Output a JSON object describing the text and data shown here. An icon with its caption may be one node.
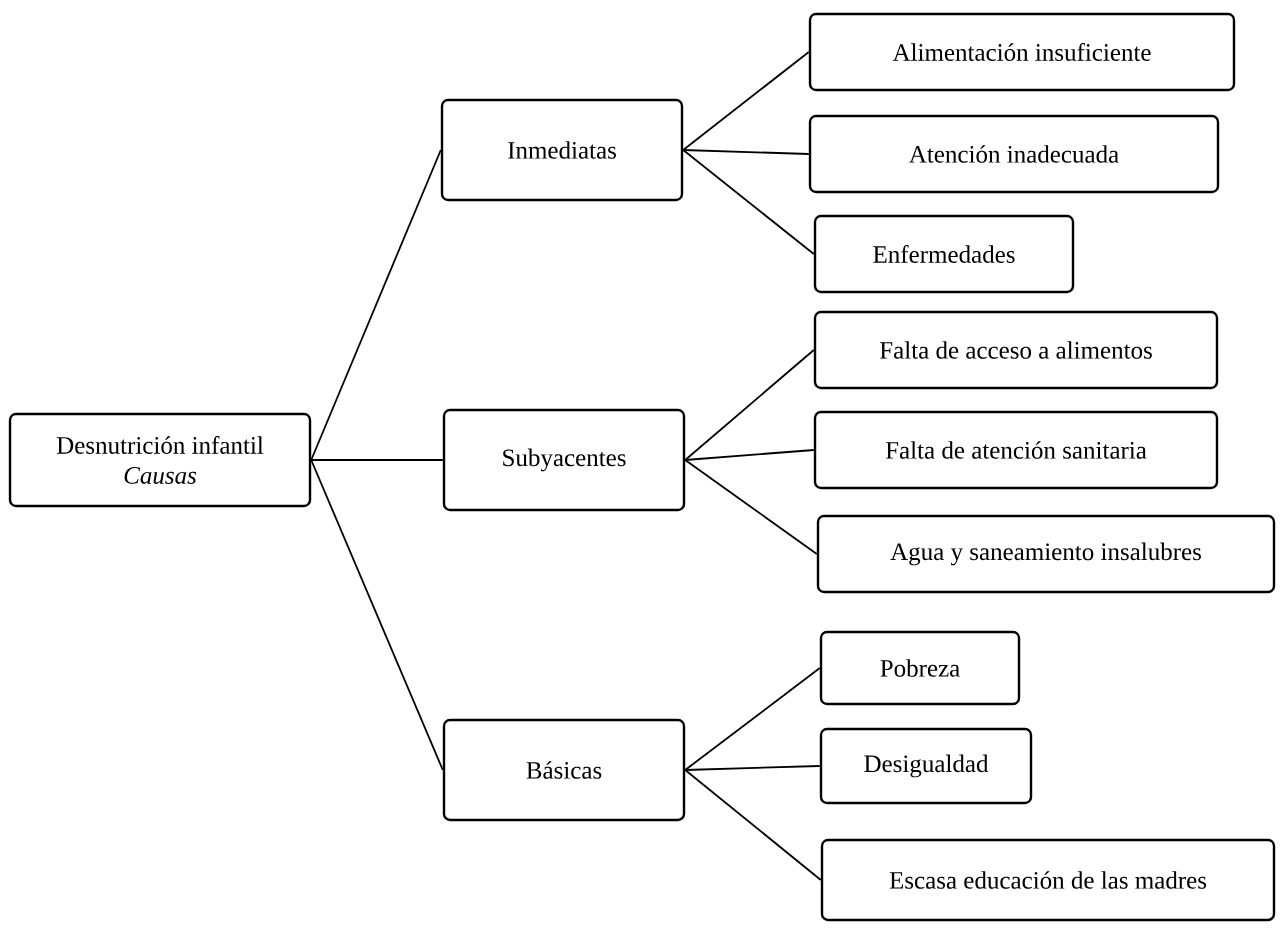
{
  "diagram": {
    "nodes": [
      {
        "text": [
          "Desnutrición infantil",
          "Causas"
        ]
      },
      {
        "text": [
          "Inmediatas"
        ]
      },
      {
        "text": [
          "Subyacentes"
        ]
      },
      {
        "text": [
          "Básicas"
        ]
      },
      {
        "text": [
          "Alimentación insuficiente"
        ]
      },
      {
        "text": [
          "Atención inadecuada"
        ]
      },
      {
        "text": [
          "Enfermedades"
        ]
      },
      {
        "text": [
          "Falta de acceso a alimentos"
        ]
      },
      {
        "text": [
          "Falta de atención sanitaria"
        ]
      },
      {
        "text": [
          "Agua y saneamiento insalubres"
        ]
      },
      {
        "text": [
          "Pobreza"
        ]
      },
      {
        "text": [
          "Desigualdad"
        ]
      },
      {
        "text": [
          "Escasa educación de las madres"
        ]
      }
    ],
    "edges": [
      {
        "from": 0,
        "to": 1,
        "arrow": "none"
      },
      {
        "from": 0,
        "to": 2,
        "arrow": "none"
      },
      {
        "from": 0,
        "to": 3,
        "arrow": "none"
      },
      {
        "from": 1,
        "to": 4,
        "arrow": "none"
      },
      {
        "from": 1,
        "to": 5,
        "arrow": "none"
      },
      {
        "from": 1,
        "to": 6,
        "arrow": "none"
      },
      {
        "from": 2,
        "to": 7,
        "arrow": "none"
      },
      {
        "from": 2,
        "to": 8,
        "arrow": "none"
      },
      {
        "from": 2,
        "to": 9,
        "arrow": "none"
      },
      {
        "from": 3,
        "to": 10,
        "arrow": "none"
      },
      {
        "from": 3,
        "to": 11,
        "arrow": "none"
      },
      {
        "from": 3,
        "to": 12,
        "arrow": "none"
      }
    ]
  }
}
